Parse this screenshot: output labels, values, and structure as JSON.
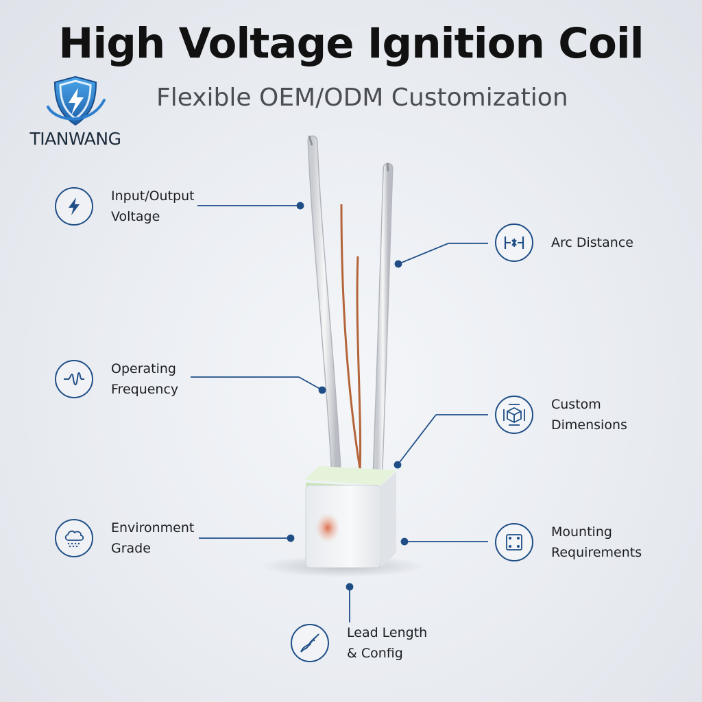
{
  "header": {
    "title": "High Voltage Ignition Coil",
    "subtitle": "Flexible OEM/ODM Customization"
  },
  "brand": {
    "name": "TIANWANG",
    "logo_icon": "shield-lightning-logo",
    "colors": {
      "primary": "#1f4e86",
      "accent": "#3a8fd6"
    }
  },
  "features": [
    {
      "icon": "lightning-bolt-icon",
      "lines": [
        "Input/Output",
        "Voltage"
      ]
    },
    {
      "icon": "arc-gap-icon",
      "lines": [
        "Arc Distance"
      ]
    },
    {
      "icon": "waveform-icon",
      "lines": [
        "Operating",
        "Frequency"
      ]
    },
    {
      "icon": "cube-dimensions-icon",
      "lines": [
        "Custom",
        "Dimensions"
      ]
    },
    {
      "icon": "cloud-rain-icon",
      "lines": [
        "Environment",
        "Grade"
      ]
    },
    {
      "icon": "mounting-holes-icon",
      "lines": [
        "Mounting",
        "Requirements"
      ]
    },
    {
      "icon": "twisted-wire-icon",
      "lines": [
        "Lead Length",
        "& Config"
      ]
    }
  ]
}
